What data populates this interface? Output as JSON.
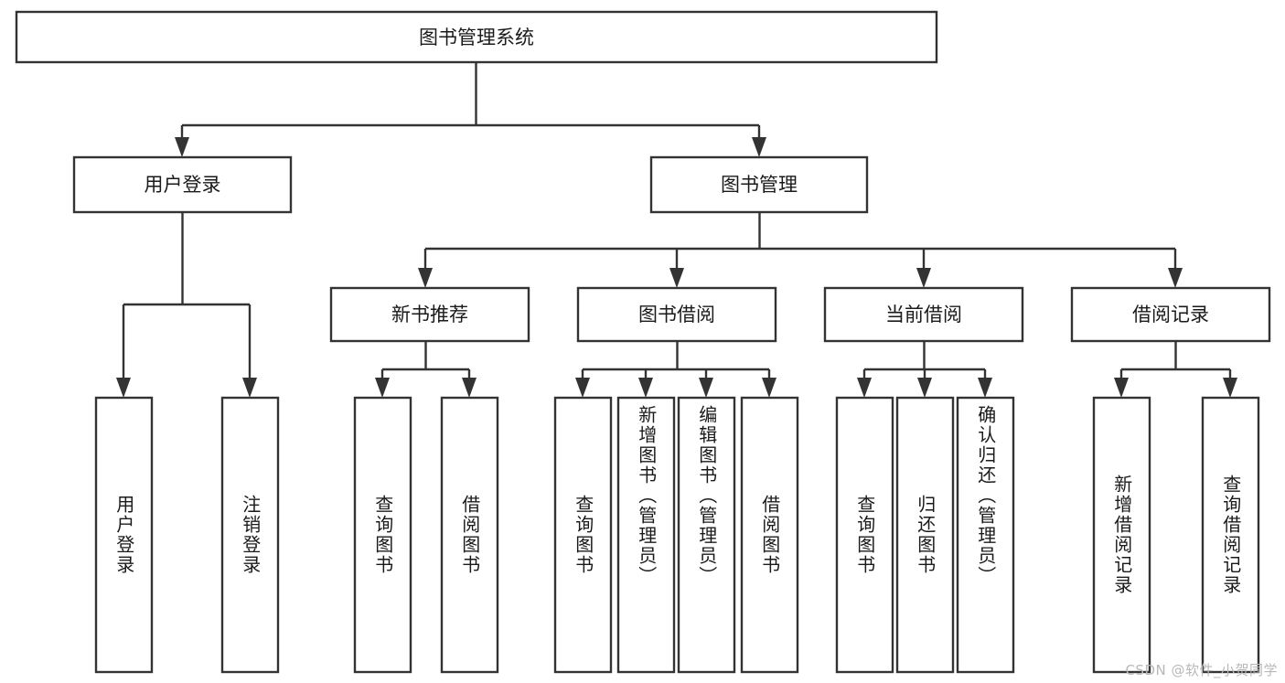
{
  "diagram": {
    "type": "hierarchy-tree",
    "title_node": {
      "label": "图书管理系统"
    },
    "level1": [
      {
        "id": "user-login",
        "label": "用户登录"
      },
      {
        "id": "book-management",
        "label": "图书管理"
      }
    ],
    "level2": [
      {
        "id": "new-book-recommend",
        "label": "新书推荐",
        "parent": "book-management"
      },
      {
        "id": "book-borrow",
        "label": "图书借阅",
        "parent": "book-management"
      },
      {
        "id": "current-borrow",
        "label": "当前借阅",
        "parent": "book-management"
      },
      {
        "id": "borrow-record",
        "label": "借阅记录",
        "parent": "book-management"
      }
    ],
    "leaves": {
      "user-login": [
        {
          "id": "leaf-user-login",
          "label": "用户登录"
        },
        {
          "id": "leaf-logout-login",
          "label": "注销登录"
        }
      ],
      "new-book-recommend": [
        {
          "id": "leaf-query-book-1",
          "label": "查询图书"
        },
        {
          "id": "leaf-borrow-book-1",
          "label": "借阅图书"
        }
      ],
      "book-borrow": [
        {
          "id": "leaf-query-book-2",
          "label": "查询图书"
        },
        {
          "id": "leaf-add-book",
          "label": "新增图书（管理员）"
        },
        {
          "id": "leaf-edit-book",
          "label": "编辑图书（管理员）"
        },
        {
          "id": "leaf-borrow-book-2",
          "label": "借阅图书"
        }
      ],
      "current-borrow": [
        {
          "id": "leaf-query-book-3",
          "label": "查询图书"
        },
        {
          "id": "leaf-return-book",
          "label": "归还图书"
        },
        {
          "id": "leaf-confirm-return",
          "label": "确认归还（管理员）"
        }
      ],
      "borrow-record": [
        {
          "id": "leaf-add-record",
          "label": "新增借阅记录"
        },
        {
          "id": "leaf-query-record",
          "label": "查询借阅记录"
        }
      ]
    },
    "colors": {
      "stroke": "#333333",
      "box_fill": "#ffffff",
      "text": "#1a1a1a",
      "watermark": "#b8b8b8",
      "background": "#ffffff"
    }
  },
  "watermark": {
    "text": "CSDN @软件_小贺同学"
  }
}
